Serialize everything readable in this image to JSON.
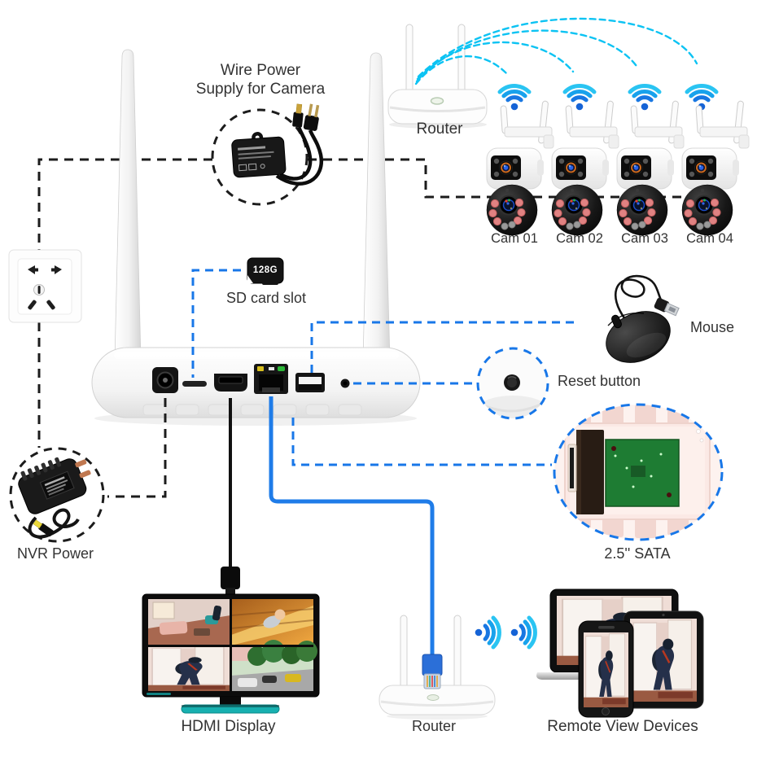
{
  "colors": {
    "connector_black": "#1c1c1c",
    "connector_blue": "#1877e8",
    "wifi_cyan": "#0cc3f3",
    "ethernet_blue": "#1f7ce8",
    "monitor_stand_teal": "#17b0b0"
  },
  "icons": {
    "wifi": "wifi-signal-icon",
    "sd_card": "micro-sd-card-icon",
    "wall_outlet": "power-outlet-icon",
    "power_adapter": "power-adapter-icon"
  },
  "camera_power": {
    "label_line1": "Wire Power",
    "label_line2": "Supply for Camera"
  },
  "router_top": {
    "label": "Router"
  },
  "cameras": {
    "items": [
      {
        "label": "Cam 01"
      },
      {
        "label": "Cam 02"
      },
      {
        "label": "Cam 03"
      },
      {
        "label": "Cam 04"
      }
    ]
  },
  "sd_card": {
    "capacity": "128G",
    "label": "SD card slot"
  },
  "mouse": {
    "label": "Mouse"
  },
  "reset_button": {
    "label": "Reset button"
  },
  "sata": {
    "label": "2.5'' SATA"
  },
  "nvr_power": {
    "label": "NVR Power"
  },
  "hdmi_display": {
    "label": "HDMI Display"
  },
  "router_bottom": {
    "label": "Router"
  },
  "remote_view": {
    "label": "Remote View Devices"
  }
}
